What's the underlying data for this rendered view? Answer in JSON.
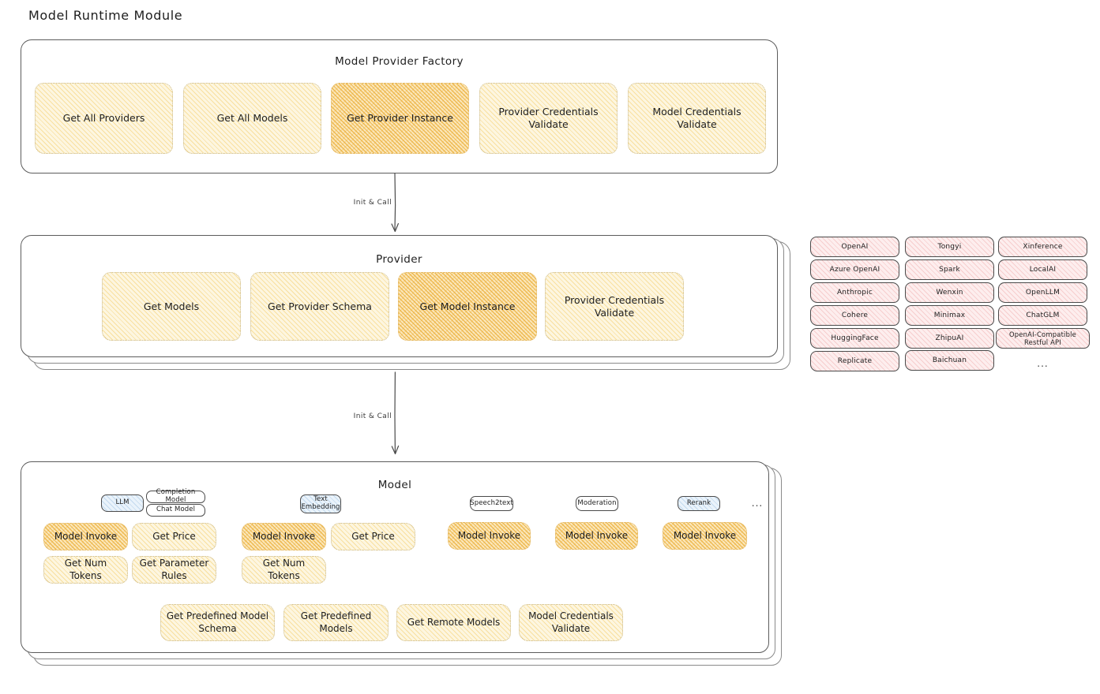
{
  "page": {
    "title": "Model Runtime Module"
  },
  "connectors": [
    {
      "label": "Init & Call"
    },
    {
      "label": "Init & Call"
    }
  ],
  "factory": {
    "title": "Model Provider Factory",
    "actions": [
      {
        "label": "Get All Providers",
        "highlighted": false
      },
      {
        "label": "Get All Models",
        "highlighted": false
      },
      {
        "label": "Get Provider Instance",
        "highlighted": true
      },
      {
        "label": "Provider Credentials Validate",
        "highlighted": false
      },
      {
        "label": "Model Credentials Validate",
        "highlighted": false
      }
    ]
  },
  "provider": {
    "title": "Provider",
    "actions": [
      {
        "label": "Get Models",
        "highlighted": false
      },
      {
        "label": "Get Provider Schema",
        "highlighted": false
      },
      {
        "label": "Get Model Instance",
        "highlighted": true
      },
      {
        "label": "Provider Credentials Validate",
        "highlighted": false
      }
    ]
  },
  "provider_list": {
    "columns": [
      {
        "items": [
          "OpenAI",
          "Azure OpenAI",
          "Anthropic",
          "Cohere",
          "HuggingFace",
          "Replicate"
        ]
      },
      {
        "items": [
          "Tongyi",
          "Spark",
          "Wenxin",
          "Minimax",
          "ZhipuAI",
          "Baichuan"
        ]
      },
      {
        "items": [
          "Xinference",
          "LocalAI",
          "OpenLLM",
          "ChatGLM",
          "OpenAI-Compatible Restful API"
        ]
      }
    ],
    "more": "..."
  },
  "model": {
    "title": "Model",
    "more": "...",
    "types": [
      {
        "badge": "LLM",
        "badge_blue": true,
        "subbadges": [
          "Completion Model",
          "Chat Model"
        ],
        "actions": [
          {
            "label": "Model Invoke",
            "highlighted": true
          },
          {
            "label": "Get Price",
            "highlighted": false
          },
          {
            "label": "Get Num Tokens",
            "highlighted": false
          },
          {
            "label": "Get Parameter Rules",
            "highlighted": false
          }
        ]
      },
      {
        "badge": "Text Embedding",
        "badge_blue": true,
        "subbadges": [],
        "actions": [
          {
            "label": "Model Invoke",
            "highlighted": true
          },
          {
            "label": "Get Price",
            "highlighted": false
          },
          {
            "label": "Get Num Tokens",
            "highlighted": false
          }
        ]
      },
      {
        "badge": "Speech2text",
        "badge_blue": false,
        "subbadges": [],
        "actions": [
          {
            "label": "Model Invoke",
            "highlighted": true
          }
        ]
      },
      {
        "badge": "Moderation",
        "badge_blue": false,
        "subbadges": [],
        "actions": [
          {
            "label": "Model Invoke",
            "highlighted": true
          }
        ]
      },
      {
        "badge": "Rerank",
        "badge_blue": true,
        "subbadges": [],
        "actions": [
          {
            "label": "Model Invoke",
            "highlighted": true
          }
        ]
      }
    ],
    "shared_actions": [
      {
        "label": "Get Predefined Model Schema"
      },
      {
        "label": "Get Predefined Models"
      },
      {
        "label": "Get Remote Models"
      },
      {
        "label": "Model Credentials Validate"
      }
    ]
  },
  "colors": {
    "accent_light": "#fdf6e0",
    "accent_strong": "#fbe7bb",
    "provider_chip": "#fdeeee",
    "badge_blue": "#eaf3fb",
    "stroke": "#5c5c5c"
  }
}
